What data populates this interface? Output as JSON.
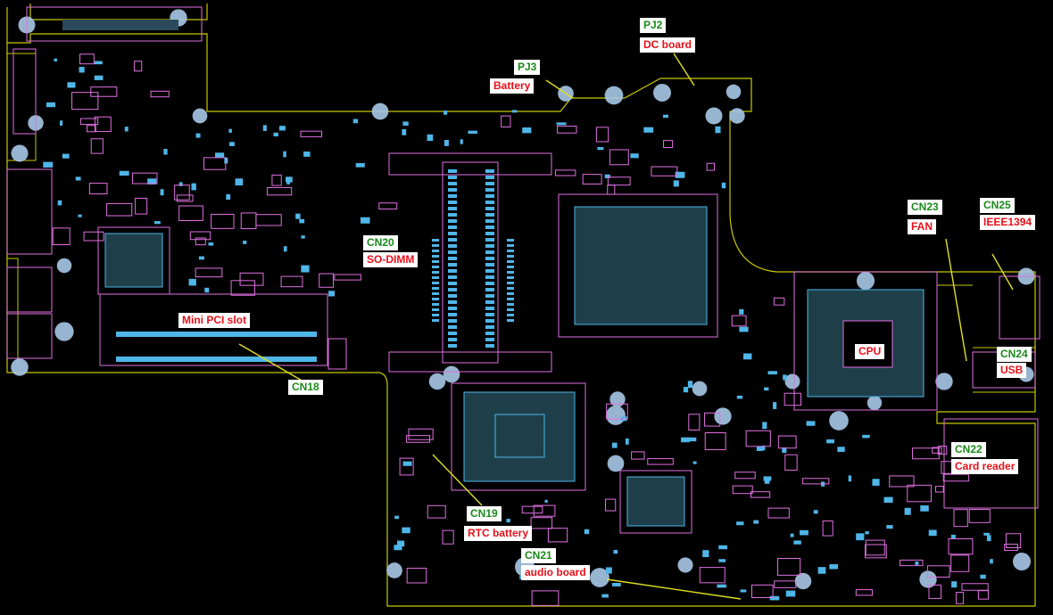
{
  "labels": {
    "pj2": "PJ2",
    "dc_board": "DC board",
    "pj3": "PJ3",
    "battery": "Battery",
    "cn20": "CN20",
    "so_dimm": "SO-DIMM",
    "mini_pci": "Mini PCI slot",
    "cn18": "CN18",
    "cn23": "CN23",
    "fan": "FAN",
    "cn25": "CN25",
    "ieee1394": "IEEE1394",
    "cpu": "CPU",
    "cn24": "CN24",
    "usb": "USB",
    "cn22": "CN22",
    "card_reader": "Card reader",
    "cn19": "CN19",
    "rtc_battery": "RTC battery",
    "cn21": "CN21",
    "audio_board": "audio board"
  },
  "colors": {
    "background": "#000000",
    "outline": "#c8c800",
    "silkscreen": "#e070e0",
    "pads": "#4fb6e8",
    "holes": "#a8c8e8",
    "label_green": "#1a8a1a",
    "label_red": "#e8101a"
  }
}
